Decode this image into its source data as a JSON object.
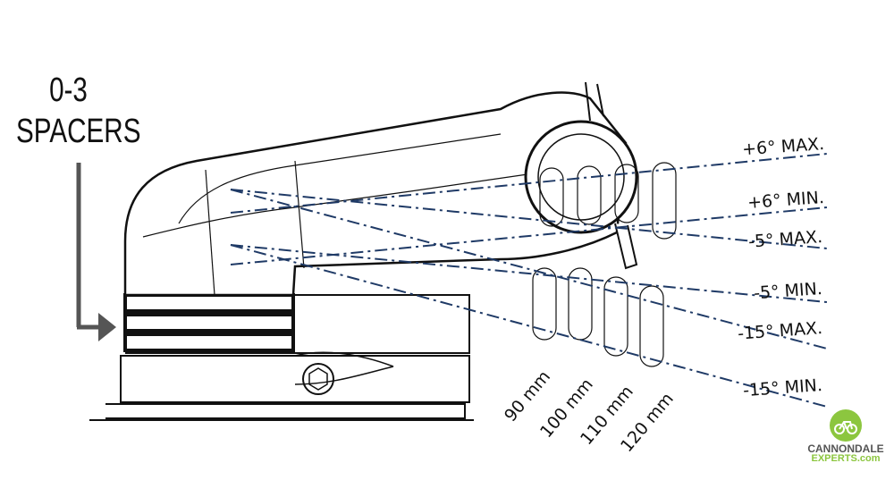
{
  "spacers_label": {
    "line1": "0-3",
    "line2": "SPACERS"
  },
  "angle_labels": [
    "+6° MAX.",
    "+6° MIN.",
    "-5° MAX.",
    "-5° MIN.",
    "-15° MAX.",
    "-15° MIN."
  ],
  "length_labels": [
    "90 mm",
    "100 mm",
    "110 mm",
    "120 mm"
  ],
  "watermark": {
    "line1": "CANNONDALE",
    "line2": "EXPERTS.com"
  },
  "colors": {
    "line": "#111111",
    "dashdot": "#1f3a66",
    "logo_green": "#8cc63f",
    "arrow_gray": "#555555"
  }
}
